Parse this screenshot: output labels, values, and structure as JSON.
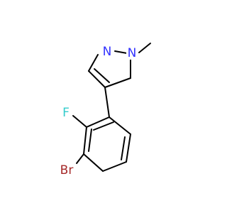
{
  "colors": {
    "background": "#ffffff",
    "bond": "#000000",
    "nitrogen": "#3333ff",
    "fluorine": "#33cccc",
    "bromine": "#a62929"
  },
  "atoms": {
    "n2": "N",
    "n1": "N",
    "f": "F",
    "br": "Br"
  }
}
